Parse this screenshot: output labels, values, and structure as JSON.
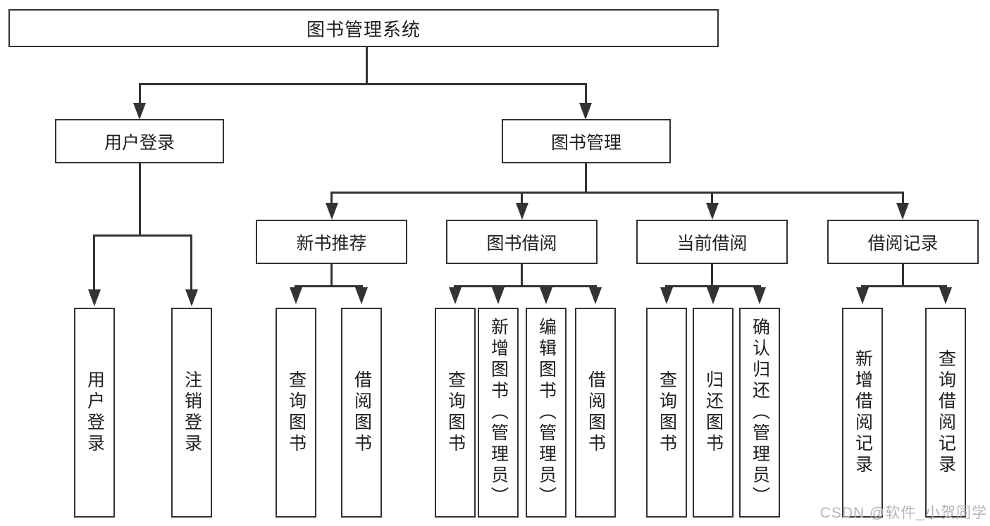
{
  "diagram": {
    "title": "图书管理系统",
    "level2": {
      "user_login": "用户登录",
      "book_mgmt": "图书管理"
    },
    "level3": {
      "new_book": "新书推荐",
      "borrow": "图书借阅",
      "current": "当前借阅",
      "records": "借阅记录"
    },
    "leaves": {
      "user_login_1": "用户登录",
      "user_login_2": "注销登录",
      "new_book_1": "查询图书",
      "new_book_2": "借阅图书",
      "borrow_1": "查询图书",
      "borrow_2": "新增图书（管理员）",
      "borrow_3": "编辑图书（管理员）",
      "borrow_4": "借阅图书",
      "current_1": "查询图书",
      "current_2": "归还图书",
      "current_3": "确认归还（管理员）",
      "records_1": "新增借阅记录",
      "records_2": "查询借阅记录"
    }
  },
  "watermark": "CSDN @软件_小贺同学",
  "colors": {
    "line": "#333333",
    "text": "#1f1f1f",
    "watermark": "#b4b4b4"
  }
}
